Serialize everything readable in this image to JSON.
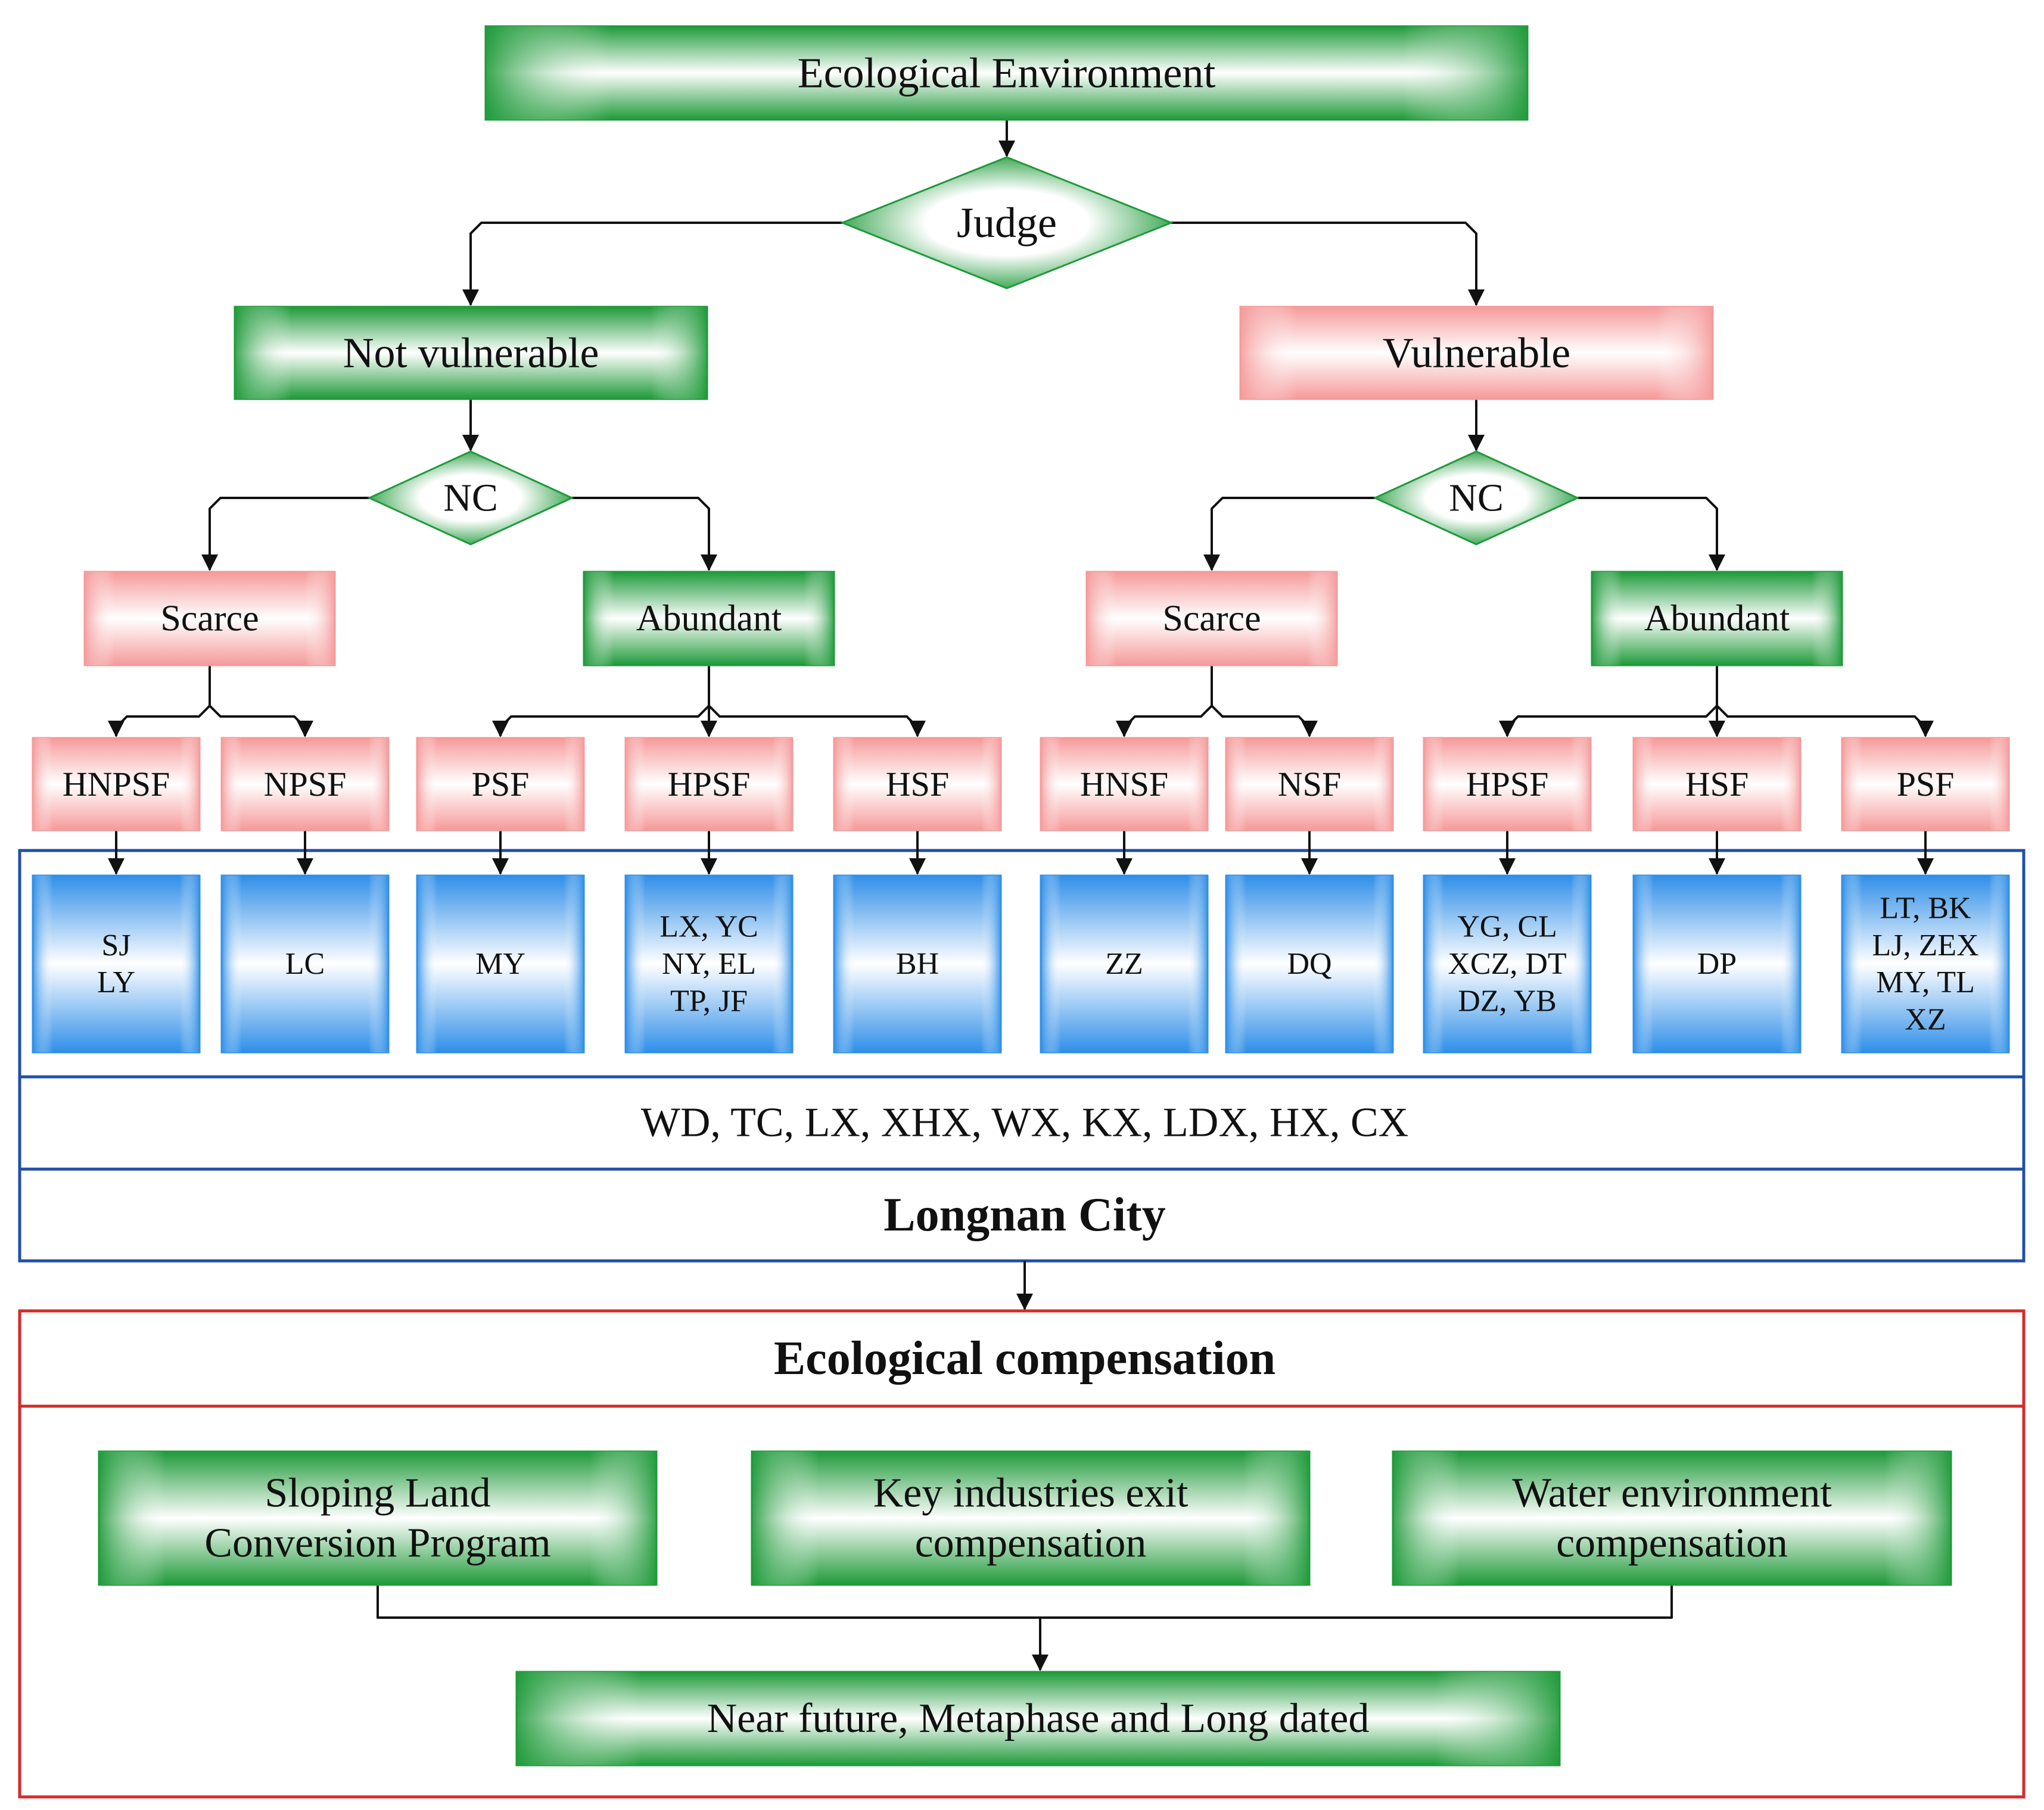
{
  "colors": {
    "green_edge": "#1f9a3a",
    "green_mid": "#ffffff",
    "pink_edge": "#f59a9a",
    "blue_edge": "#2f8fe8",
    "blue_frame": "#1f4fa8",
    "red_frame": "#d42a2a",
    "line": "#111111"
  },
  "top": {
    "title": "Ecological Environment",
    "judge": "Judge"
  },
  "left": {
    "branch": "Not vulnerable",
    "nc": "NC",
    "scarce": "Scarce",
    "abundant": "Abundant",
    "categories": [
      {
        "code": "HNPSF",
        "regions": [
          "SJ",
          "LY"
        ]
      },
      {
        "code": "NPSF",
        "regions": [
          "LC"
        ]
      },
      {
        "code": "PSF",
        "regions": [
          "MY"
        ]
      },
      {
        "code": "HPSF",
        "regions": [
          "LX, YC",
          "NY, EL",
          "TP, JF"
        ]
      },
      {
        "code": "HSF",
        "regions": [
          "BH"
        ]
      }
    ]
  },
  "right": {
    "branch": "Vulnerable",
    "nc": "NC",
    "scarce": "Scarce",
    "abundant": "Abundant",
    "categories": [
      {
        "code": "HNSF",
        "regions": [
          "ZZ"
        ]
      },
      {
        "code": "NSF",
        "regions": [
          "DQ"
        ]
      },
      {
        "code": "HPSF",
        "regions": [
          "YG, CL",
          "XCZ, DT",
          "DZ, YB"
        ]
      },
      {
        "code": "HSF",
        "regions": [
          "DP"
        ]
      },
      {
        "code": "PSF",
        "regions": [
          "LT, BK",
          "LJ, ZEX",
          "MY, TL",
          "XZ"
        ]
      }
    ]
  },
  "counties": "WD, TC, LX, XHX, WX, KX, LDX, HX, CX",
  "city": "Longnan City",
  "compensation": {
    "title": "Ecological compensation",
    "programs": [
      [
        "Sloping Land",
        "Conversion Program"
      ],
      [
        "Key industries exit",
        "compensation"
      ],
      [
        "Water environment",
        "compensation"
      ]
    ],
    "timeline": "Near future,  Metaphase and Long dated"
  }
}
